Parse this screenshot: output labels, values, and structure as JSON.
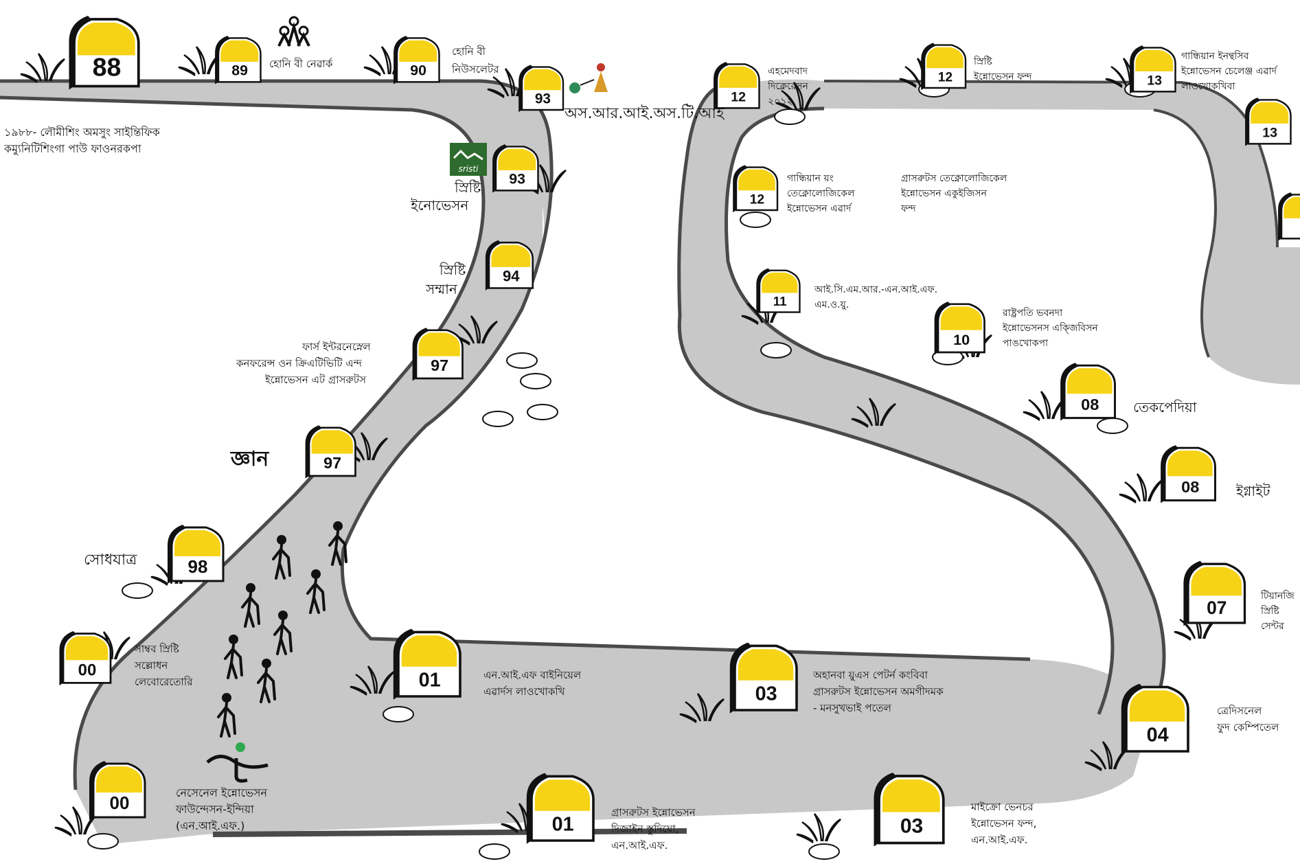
{
  "title_note": {
    "line1": "১৯৮৮- লৌমীশিং অমসুং সাইন্তিফিক",
    "line2": "কম্যুনিটিশিংগা পাউ ফাওনরকপা"
  },
  "colors": {
    "road": "#c8c8c8",
    "road_edge": "#4a4a4a",
    "stone_top": "#f6d316",
    "stone_body": "#ffffff",
    "ink": "#111111",
    "sristi_logo": "#2e6b2e",
    "nif_dot": "#2fa84f"
  },
  "milestones": [
    {
      "id": "m88",
      "number": "88",
      "label": []
    },
    {
      "id": "m89",
      "number": "89",
      "label": [
        "হোনি বী নেৱার্ক"
      ]
    },
    {
      "id": "m90",
      "number": "90",
      "label": [
        "হোনি বী",
        "নিউসলেটর"
      ]
    },
    {
      "id": "m93a",
      "number": "93",
      "label": [
        "অস.আর.আই.অস.টি.আই"
      ]
    },
    {
      "id": "m93b",
      "number": "93",
      "label": [
        "স্রিষ্টি",
        "ইনোভেসন"
      ]
    },
    {
      "id": "m94",
      "number": "94",
      "label": [
        "স্রিষ্টি",
        "সম্মান"
      ]
    },
    {
      "id": "m97a",
      "number": "97",
      "label": [
        "ফার্স ইন্টরনেস্নেল",
        "কনফরেন্স ওন ক্রিএটিভিটি এন্দ",
        "ইন্নোভেসন এট গ্রাসরুটস"
      ]
    },
    {
      "id": "m97b",
      "number": "97",
      "label": [
        "জ্ঞান"
      ]
    },
    {
      "id": "m98",
      "number": "98",
      "label": [
        "সোধযাত্র"
      ]
    },
    {
      "id": "m00a",
      "number": "00",
      "label": [
        "সাম্বব স্রিষ্টি",
        "সল্লোধন",
        "লেবোরেতোরি"
      ]
    },
    {
      "id": "m00b",
      "number": "00",
      "label": [
        "নেসেনেল ইন্নোভেসন",
        "ফাউন্দেসন-ইন্দিয়া",
        "(এন.আই.এফ.)"
      ]
    },
    {
      "id": "m01a",
      "number": "01",
      "label": [
        "এন.আই.এফ বাইনিয়েল",
        "এৱার্দস লাওখোকখি"
      ]
    },
    {
      "id": "m01b",
      "number": "01",
      "label": [
        "গ্রাসরুটস ইন্নোভেসন",
        "দিজাইন স্তুদিয়ো,",
        "এন.আই.এফ."
      ]
    },
    {
      "id": "m03a",
      "number": "03",
      "label": [
        "অহানবা য়ুএস পেটর্ন কংবিবা",
        "গ্রাসরুটস ইন্নোভেসন অমগীদমক",
        "- মনসুখভাই পতেল"
      ]
    },
    {
      "id": "m03b",
      "number": "03",
      "label": [
        "মাইক্রো ভেনচর",
        "ইন্নোভেসন ফন্দ,",
        "এন.আই.এফ."
      ]
    },
    {
      "id": "m04",
      "number": "04",
      "label": [
        "ত্রেদিসনেল",
        "ফুদ কেম্পিতেল"
      ]
    },
    {
      "id": "m07",
      "number": "07",
      "label": [
        "টিয়ানজি",
        "স্রিষ্টি",
        "সেন্টর"
      ]
    },
    {
      "id": "m08a",
      "number": "08",
      "label": [
        "ইগ্নাইট"
      ]
    },
    {
      "id": "m08b",
      "number": "08",
      "label": [
        "তেকপেদিয়া"
      ]
    },
    {
      "id": "m10",
      "number": "10",
      "label": [
        "রাষ্ট্রপতি ভবনদা",
        "ইন্নোভেসনস এক্জিবিসন",
        "পাঙখোকপা"
      ]
    },
    {
      "id": "m11",
      "number": "11",
      "label": [
        "আই.সি.এম.আর.-এন.আই.এফ.",
        "এম.ও.য়ু."
      ]
    },
    {
      "id": "m12a",
      "number": "12",
      "label": [
        "গান্ধিয়ান য়ং",
        "তেক্নোলোজিকেল",
        "ইন্নোভেসন এৱার্দ"
      ]
    },
    {
      "id": "m12b",
      "number": "12",
      "label": [
        "এহমেদবাদ",
        "দিক্লেরেসন",
        "২০১২"
      ]
    },
    {
      "id": "m12c",
      "number": "12",
      "label": [
        "স্রিষ্টি",
        "ইন্নোভেসন ফন্দ"
      ]
    },
    {
      "id": "m13a",
      "number": "13",
      "label": [
        "গান্ধিয়ান ইনন্থসিব",
        "ইন্নোভেসন চেলেঞ্জ এৱার্দ",
        "লাওখোকখিবা"
      ]
    },
    {
      "id": "m13b",
      "number": "13",
      "label": []
    }
  ],
  "free_notes": {
    "grassroots_acq": [
      "গ্রাসরুটস তেক্নোলোজিকেল",
      "ইন্নোভেসন একুইজিসন",
      "ফন্দ"
    ]
  },
  "logo_text": {
    "sristi": "sristi"
  }
}
